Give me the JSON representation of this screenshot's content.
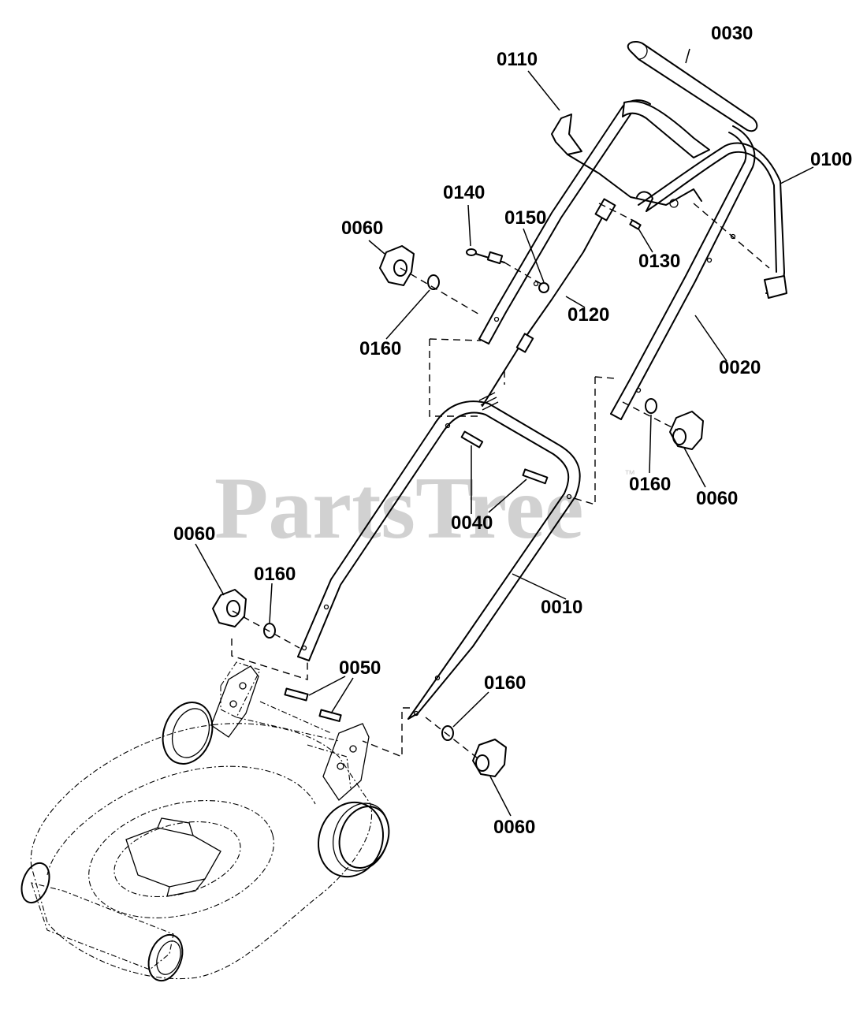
{
  "watermark": {
    "text": "PartsTree",
    "trademark": "™"
  },
  "labels": {
    "p0030": "0030",
    "p0110": "0110",
    "p0100": "0100",
    "p0140": "0140",
    "p0150": "0150",
    "p0060_top": "0060",
    "p0130": "0130",
    "p0120": "0120",
    "p0160_top": "0160",
    "p0020": "0020",
    "p0160_right": "0160",
    "p0060_right": "0060",
    "p0040": "0040",
    "p0060_left": "0060",
    "p0160_left": "0160",
    "p0010": "0010",
    "p0050": "0050",
    "p0160_bottom": "0160",
    "p0060_bottom": "0060"
  }
}
